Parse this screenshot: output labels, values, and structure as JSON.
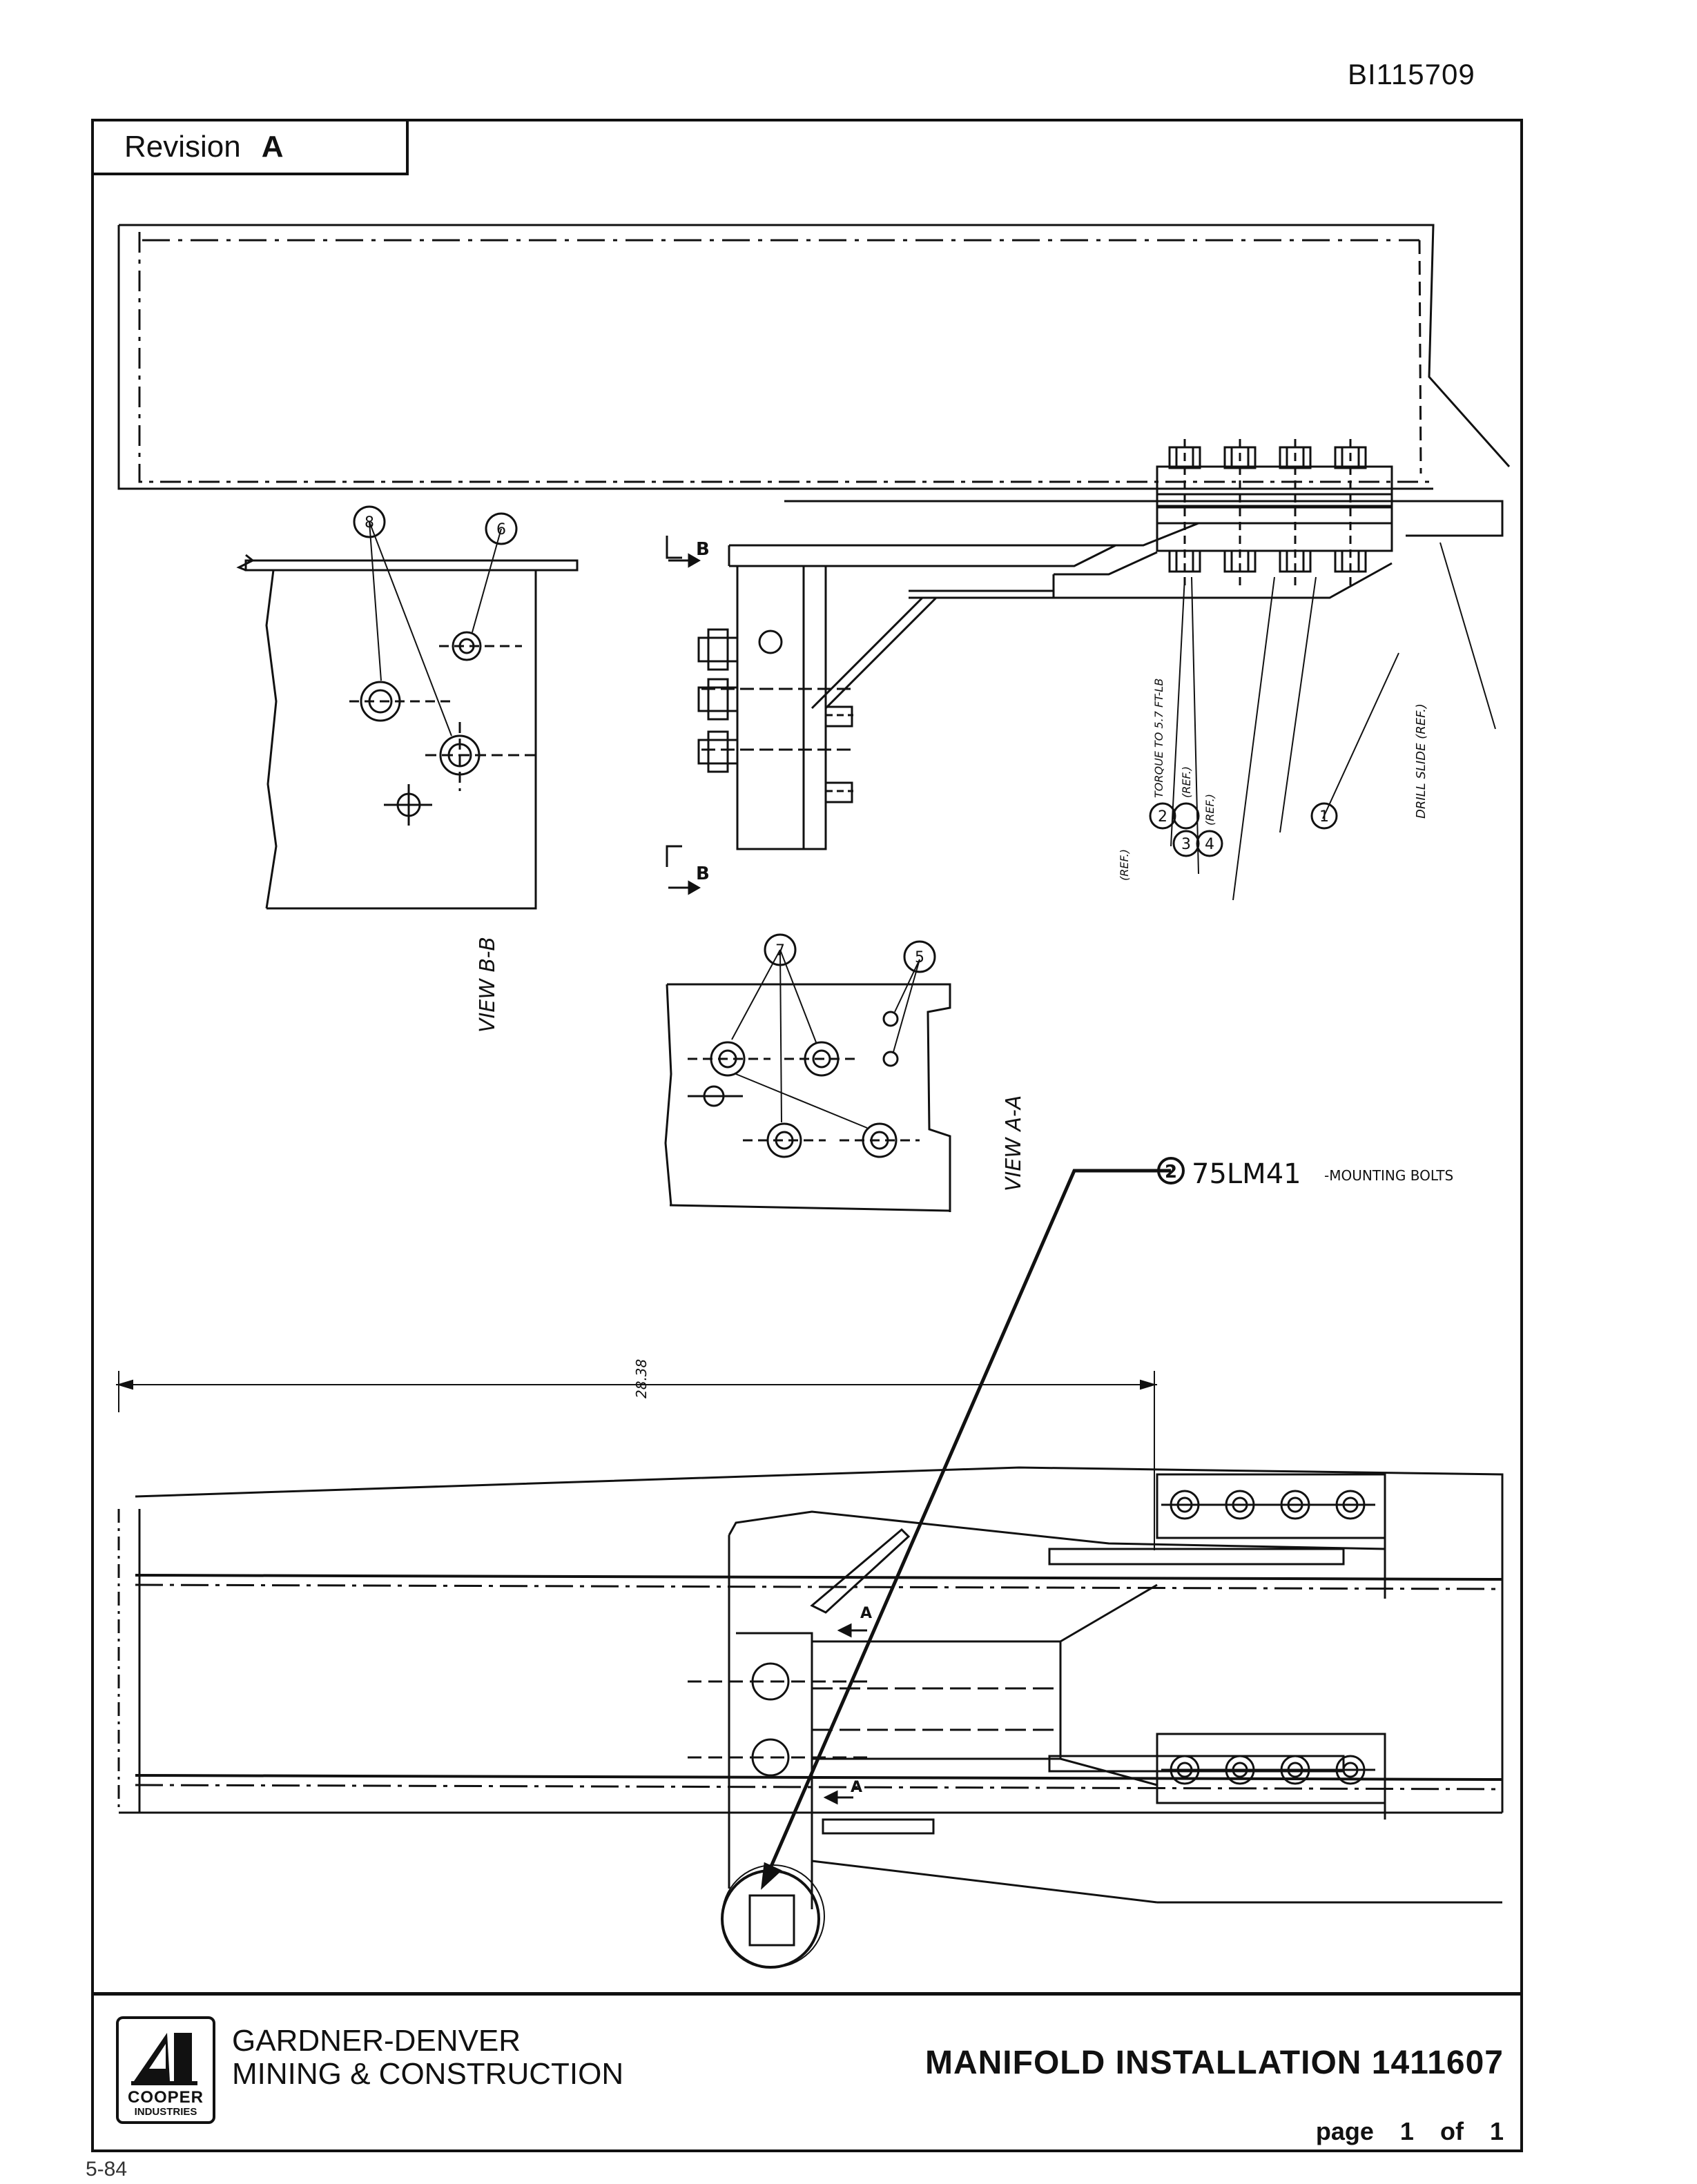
{
  "document_number": "BI115709",
  "revision": {
    "label": "Revision",
    "letter": "A"
  },
  "views": {
    "view_bb": "VIEW B-B",
    "view_aa": "VIEW A-A",
    "section_marker_b": "B",
    "section_marker_a": "A"
  },
  "callouts": [
    "8",
    "6",
    "7",
    "5",
    "2",
    "3",
    "4",
    "1"
  ],
  "notes": {
    "torque_ref": "(REF.)",
    "torque": "TORQUE TO 5.7 FT-LB",
    "ref3": "(REF.)",
    "ref4": "(REF.)",
    "drill_slide": "DRILL SLIDE (REF.)",
    "mounting_number": "2",
    "mounting_part": "75LM41",
    "mounting_desc": "-MOUNTING BOLTS"
  },
  "dimension": "28.38",
  "title_block": {
    "logo_line1": "COOPER",
    "logo_line2": "INDUSTRIES",
    "company_line1": "GARDNER-DENVER",
    "company_line2": "MINING & CONSTRUCTION",
    "title": "MANIFOLD INSTALLATION  1411607",
    "page_label": "page",
    "page_number": "1",
    "page_of": "of",
    "page_total": "1"
  },
  "footer_mark": "5-84"
}
